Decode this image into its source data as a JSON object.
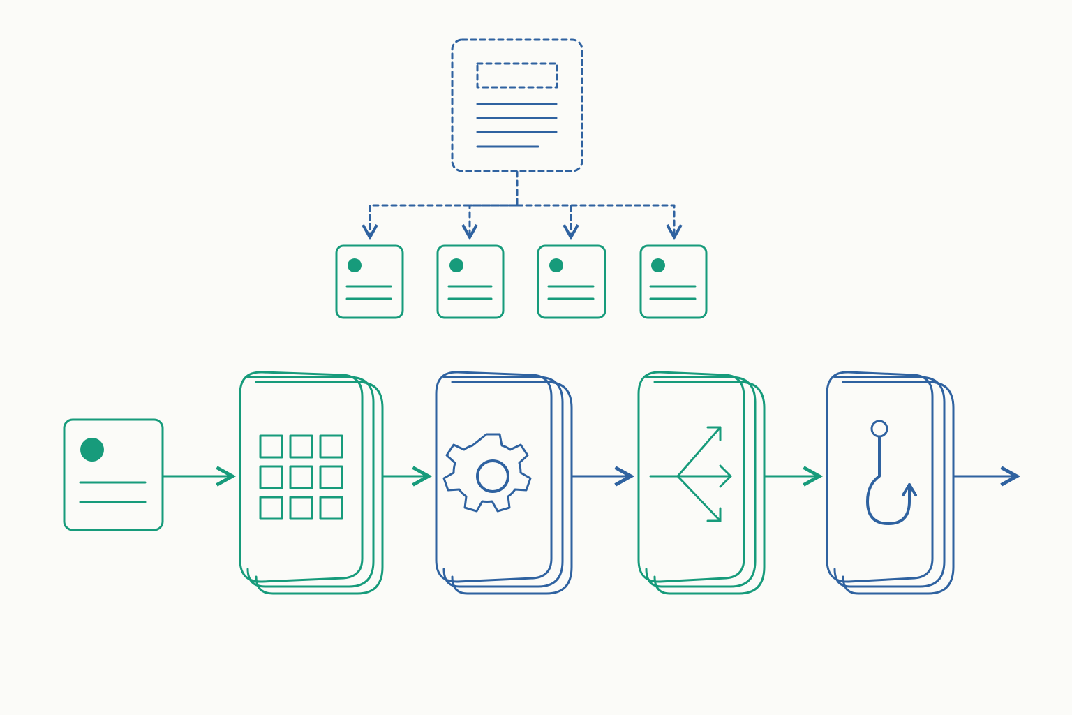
{
  "diagram": {
    "colors": {
      "background": "#fbfbf8",
      "blue": "#2f62a0",
      "green": "#179b7b"
    },
    "top_template": {
      "icon": "dashed-document-template-icon",
      "style": "dashed"
    },
    "generated_cards": [
      {
        "icon": "profile-card-icon"
      },
      {
        "icon": "profile-card-icon"
      },
      {
        "icon": "profile-card-icon"
      },
      {
        "icon": "profile-card-icon"
      }
    ],
    "pipeline": [
      {
        "icon": "profile-card-icon",
        "color": "green"
      },
      {
        "icon": "grid-icon",
        "color": "green"
      },
      {
        "icon": "gear-icon",
        "color": "blue"
      },
      {
        "icon": "branching-arrows-icon",
        "color": "green"
      },
      {
        "icon": "hook-icon",
        "color": "blue"
      }
    ]
  }
}
